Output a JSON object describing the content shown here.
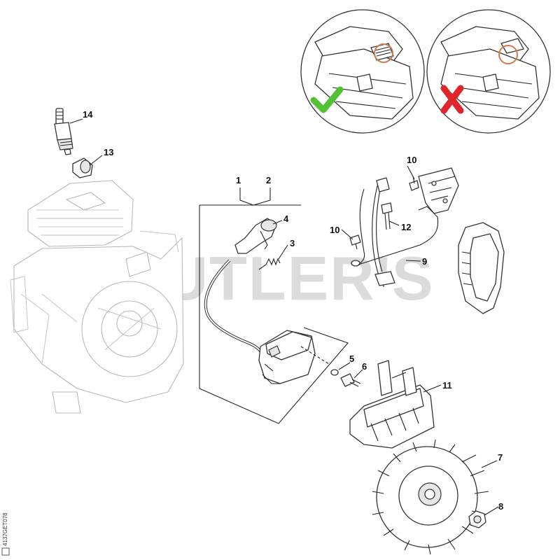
{
  "watermark": "CUTLER'S",
  "drawing_code": "4137GET078",
  "callouts": [
    "1",
    "2",
    "3",
    "4",
    "5",
    "6",
    "7",
    "8",
    "9",
    "10",
    "10",
    "11",
    "12",
    "13",
    "14"
  ],
  "inset": {
    "correct_color": "#52c234",
    "wrong_color": "#e0262b",
    "highlight_color": "#d4784a"
  }
}
